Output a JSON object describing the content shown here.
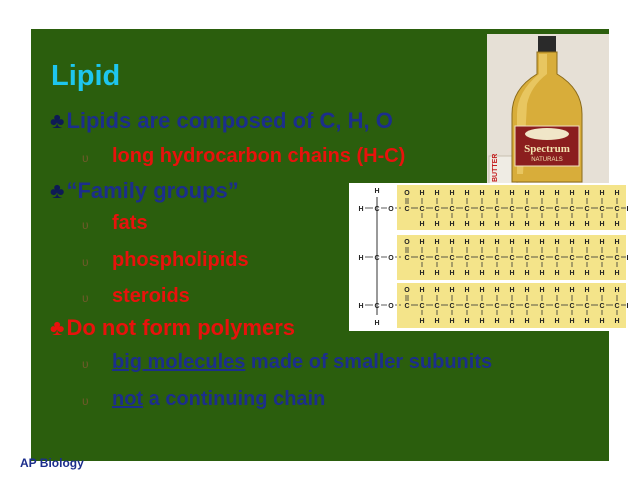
{
  "slide": {
    "title": "Lipid",
    "bullets": [
      {
        "text": "Lipids are composed of C, H, O"
      },
      {
        "text": "long hydrocarbon chains (H-C)"
      },
      {
        "text": "“Family groups”"
      },
      {
        "text": "fats"
      },
      {
        "text": "phospholipids"
      },
      {
        "text": "steroids"
      },
      {
        "text": "Do not form polymers"
      },
      {
        "underlined": "big molecules",
        "rest": " made of smaller subunits"
      },
      {
        "underlined": "not",
        "rest": " a continuing chain"
      }
    ],
    "bullet_glyph": "♣",
    "sub_glyph": "υ",
    "footer": "AP Biology"
  },
  "bottle": {
    "label_line1": "Spectrum",
    "label_line2": "NATURALS",
    "box_text": "BUTTER"
  },
  "diagram": {
    "atoms": {
      "h": "H",
      "c": "C",
      "o": "O"
    }
  },
  "colors": {
    "slide_bg": "#2b5e0d",
    "title": "#1ec6ee",
    "blue_text": "#1c2e8c",
    "red_text": "#e8120c",
    "diagram_bg": "#f4e48a"
  }
}
